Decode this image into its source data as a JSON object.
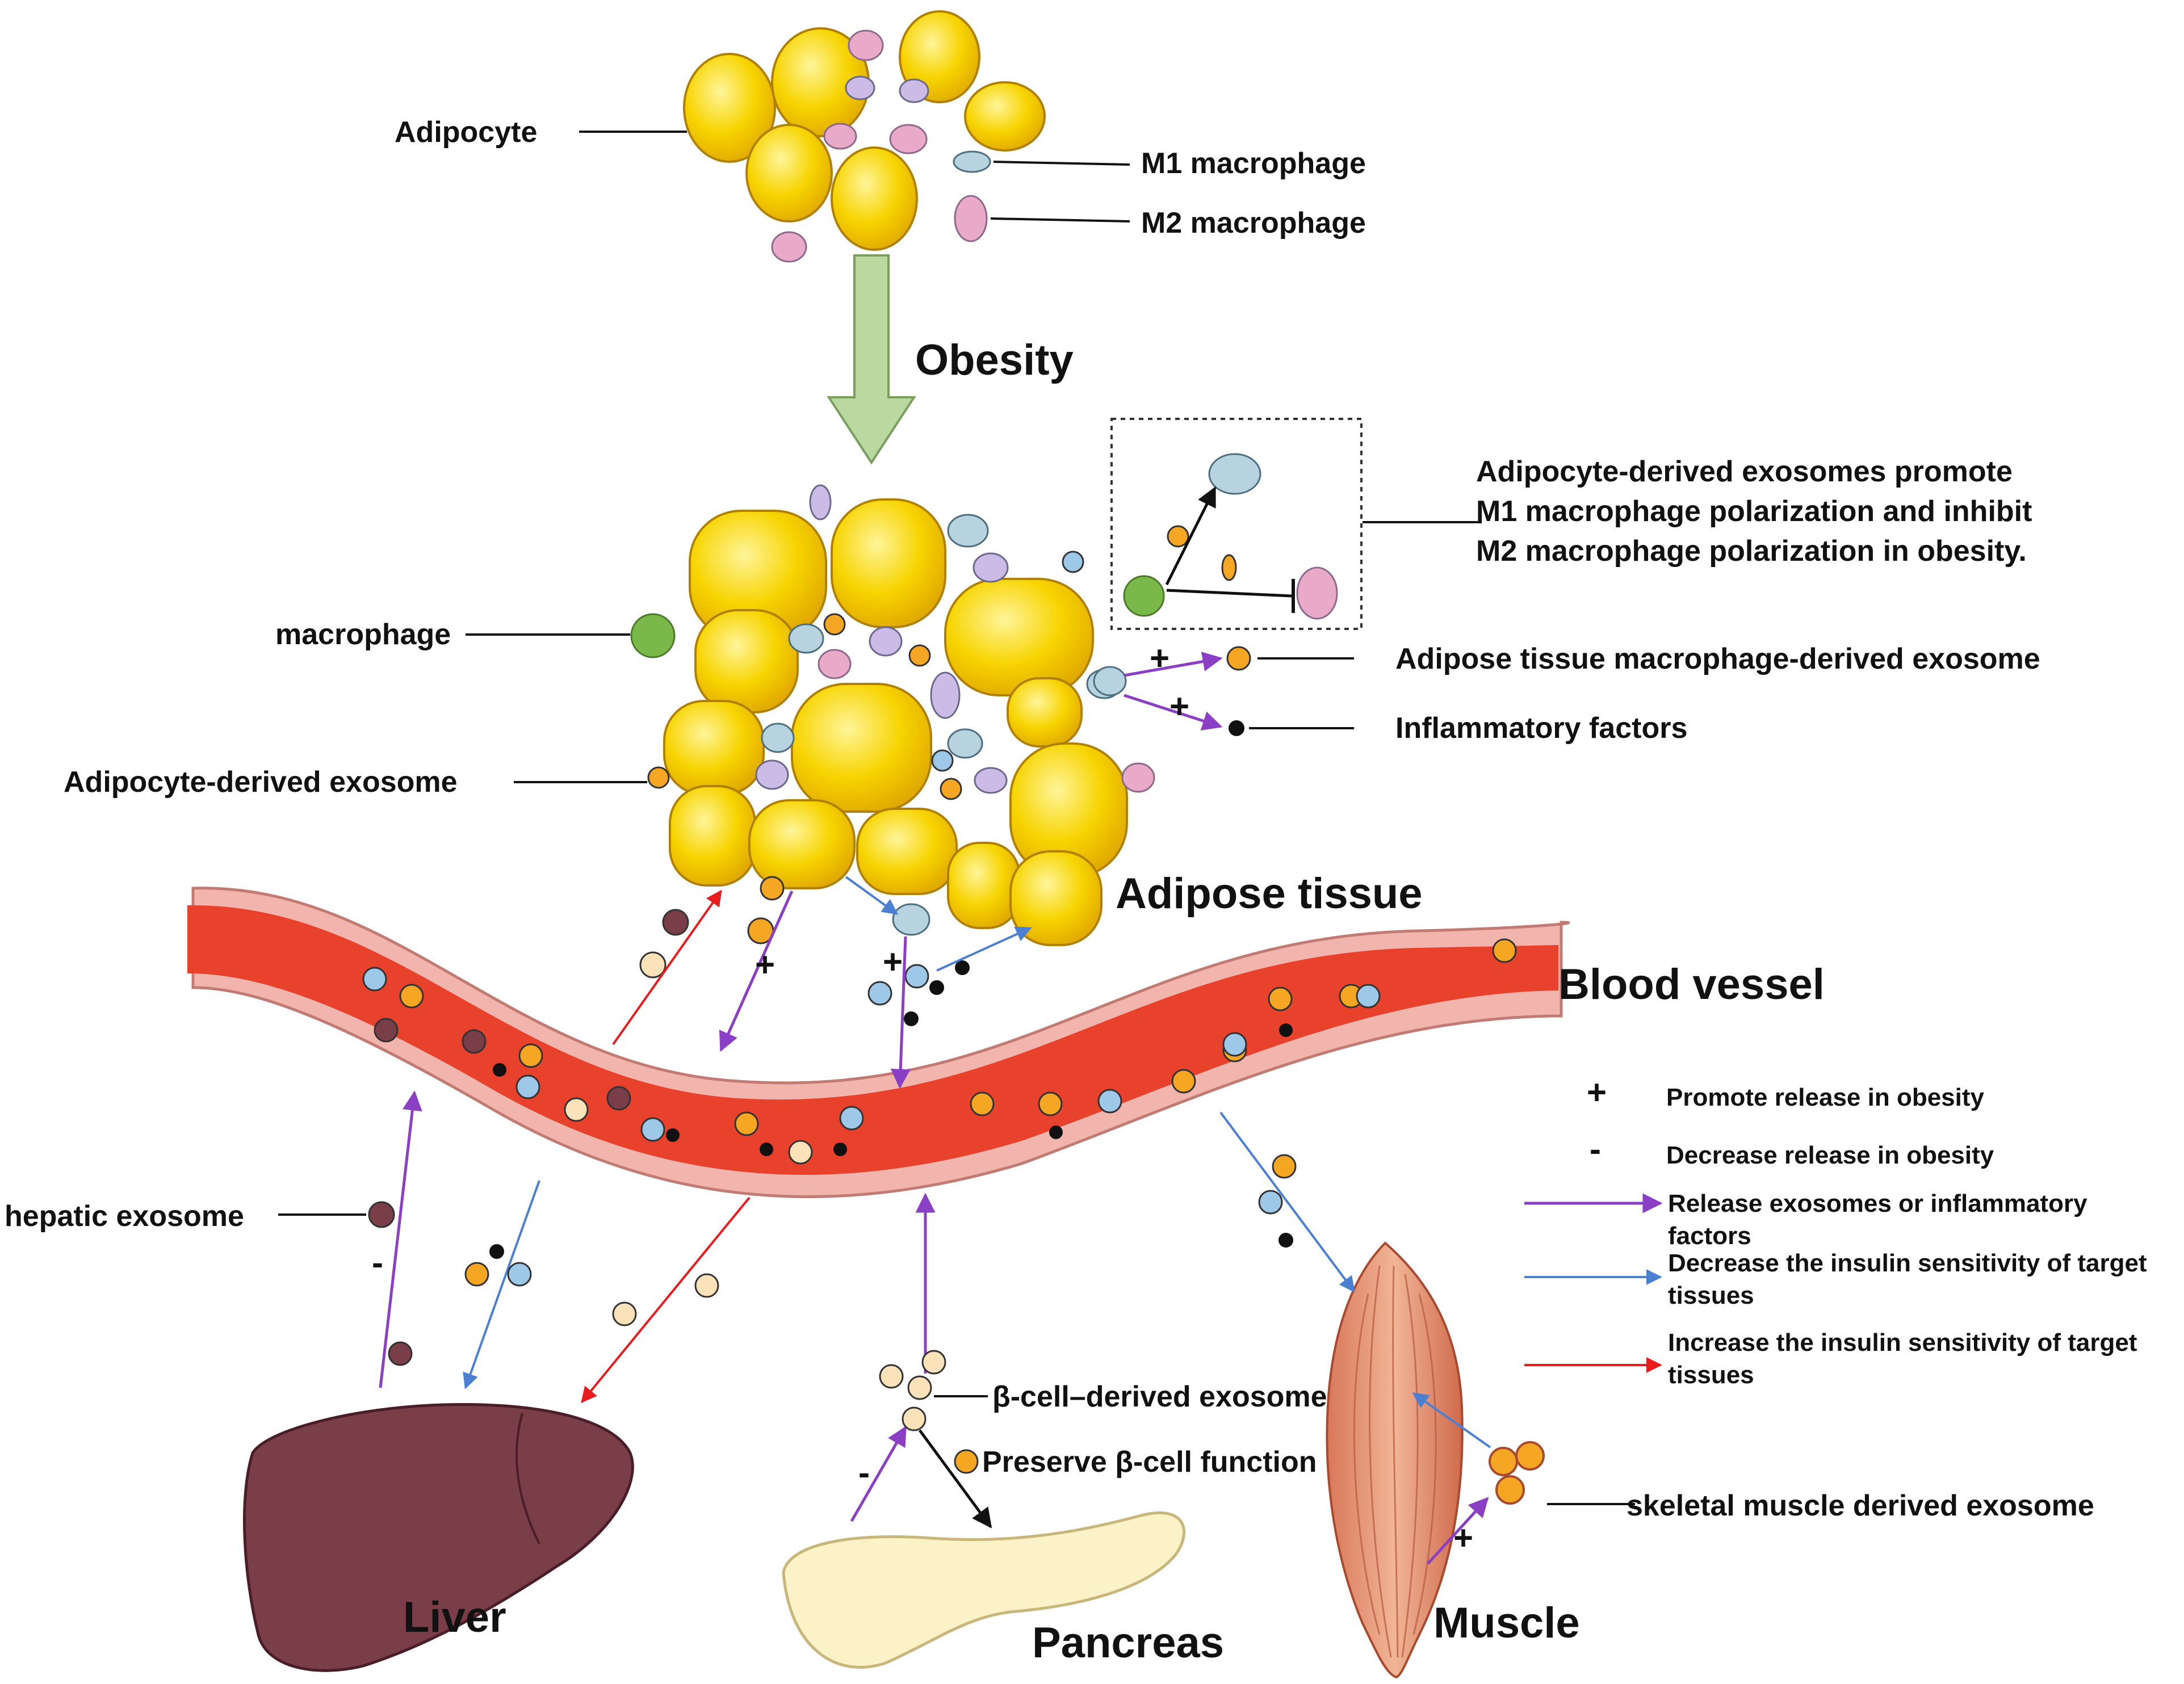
{
  "labels": {
    "adipocyte": "Adipocyte",
    "m1": "M1 macrophage",
    "m2": "M2 macrophage",
    "obesity": "Obesity",
    "inset_text": [
      "Adipocyte-derived exosomes promote",
      "M1 macrophage polarization and inhibit",
      "M2 macrophage polarization in obesity."
    ],
    "macrophage": "macrophage",
    "atm_exosome": "Adipose tissue macrophage-derived exosome",
    "inflammatory": "Inflammatory factors",
    "adipocyte_exosome": "Adipocyte-derived exosome",
    "adipose_tissue": "Adipose  tissue",
    "blood_vessel": "Blood vessel",
    "hepatic_exosome": "hepatic exosome",
    "beta_exosome": "β-cell–derived exosome",
    "preserve_beta": "Preserve β-cell function",
    "skeletal_exosome": "skeletal muscle derived exosome",
    "liver": "Liver",
    "pancreas": "Pancreas",
    "muscle": "Muscle"
  },
  "signs": {
    "plus": "+",
    "minus": "-"
  },
  "legend": {
    "plus_sign": "+",
    "plus_text": "Promote release  in obesity",
    "minus_sign": "-",
    "minus_text": "Decrease release in obesity",
    "purple_text": [
      "Release  exosomes or inflammatory",
      "factors"
    ],
    "blue_text": [
      "Decrease the insulin sensitivity of target",
      "tissues"
    ],
    "red_text": [
      "Increase the insulin sensitivity of target",
      "tissues"
    ]
  },
  "colors": {
    "adipocyte": "#f6cc00",
    "adipocyte_light": "#fff176",
    "vessel": "#e8412c",
    "vessel_wall": "#f2b5ae",
    "purple_arrow": "#8a3fc4",
    "blue_arrow": "#4a7fd1",
    "red_arrow": "#e81c1c",
    "obesity_arrow": "#b9d9a0",
    "liver": "#7a3e49",
    "pancreas": "#fbf2c8",
    "muscle": "#e89a7c",
    "m1": "#b7d3e0",
    "m2": "#e9a9c8",
    "macrophage_green": "#7bb84a"
  }
}
